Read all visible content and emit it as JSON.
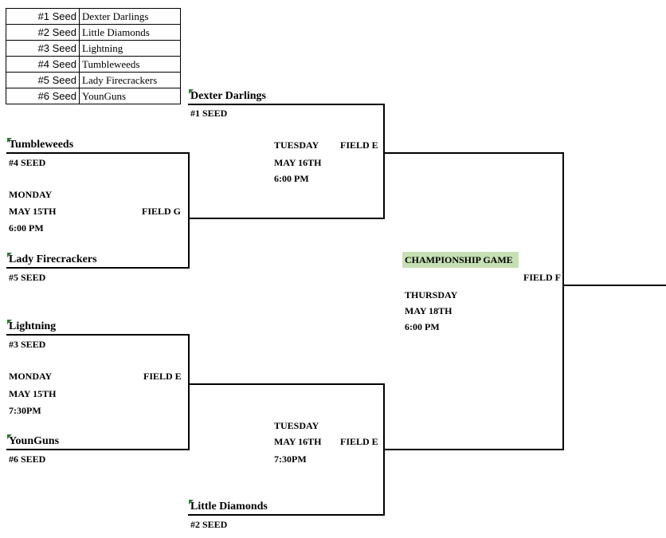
{
  "seed_table": [
    {
      "seed": "#1 Seed",
      "team": "Dexter Darlings"
    },
    {
      "seed": "#2 Seed",
      "team": "Little Diamonds"
    },
    {
      "seed": "#3 Seed",
      "team": "Lightning"
    },
    {
      "seed": "#4 Seed",
      "team": "Tumbleweeds"
    },
    {
      "seed": "#5 Seed",
      "team": "Lady Firecrackers"
    },
    {
      "seed": "#6 Seed",
      "team": "YounGuns"
    }
  ],
  "bracket": {
    "top_first": {
      "team_a": "Tumbleweeds",
      "seed_a": "#4 SEED",
      "team_b": "Lady Firecrackers",
      "seed_b": "#5 SEED",
      "day": "MONDAY",
      "date": "MAY 15TH",
      "time": "6:00 PM",
      "field": "FIELD G"
    },
    "top_second": {
      "team": "Dexter Darlings",
      "seed": "#1 SEED",
      "day": "TUESDAY",
      "date": "MAY 16TH",
      "time": "6:00 PM",
      "field": "FIELD E"
    },
    "bottom_first": {
      "team_a": "Lightning",
      "seed_a": "#3 SEED",
      "team_b": "YounGuns",
      "seed_b": "#6 SEED",
      "day": "MONDAY",
      "date": "MAY 15TH",
      "time": "7:30PM",
      "field": "FIELD E"
    },
    "bottom_second": {
      "team": "Little Diamonds",
      "seed": "#2 SEED",
      "day": "TUESDAY",
      "date": "MAY 16TH",
      "time": "7:30PM",
      "field": "FIELD E"
    },
    "championship": {
      "title": "CHAMPIONSHIP GAME",
      "day": "THURSDAY",
      "date": "MAY 18TH",
      "time": "6:00 PM",
      "field": "FIELD F"
    }
  },
  "colors": {
    "championship_bg": "#c6e0b4",
    "cell_marker": "#2e7d32",
    "line": "#000000"
  }
}
